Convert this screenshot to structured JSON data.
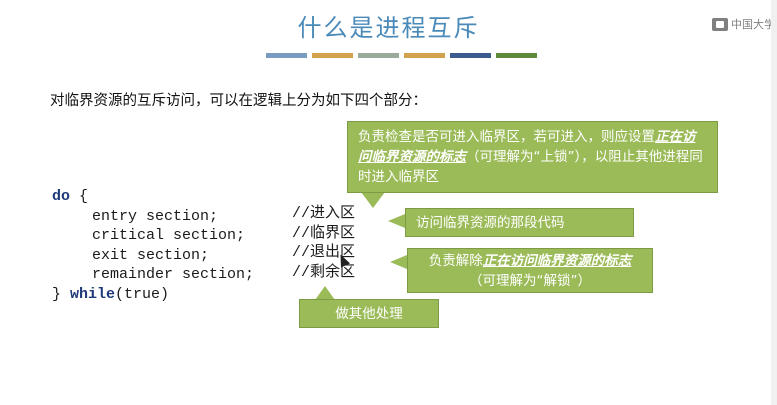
{
  "slide": {
    "title": "什么是进程互斥",
    "color_bars": [
      "#7a9cc0",
      "#d3a24f",
      "#9aaa9a",
      "#d3a24f",
      "#3b5a8f",
      "#5e8a3a"
    ],
    "logo_text": "中国大学",
    "intro": "对临界资源的互斥访问，可以在逻辑上分为如下四个部分："
  },
  "code": {
    "line1_kw": "do",
    "line1_rest": " {",
    "lines": [
      "entry section;",
      "critical section;",
      "exit section;",
      "remainder section;"
    ],
    "close_brace": "} ",
    "while_kw": "while",
    "while_rest": "(true)",
    "comments": [
      "//进入区",
      "//临界区",
      "//退出区",
      "//剩余区"
    ]
  },
  "callouts": {
    "entry_pre": "负责检查是否可进入临界区，若可进入，则应设置",
    "entry_em": "正在访问临界资源的标志",
    "entry_post": "（可理解为“上锁”），以阻止其他进程同时进入临界区",
    "critical": "访问临界资源的那段代码",
    "exit_pre": "负责解除",
    "exit_em": "正在访问临界资源的标志",
    "exit_post": "（可理解为“解锁”）",
    "remainder": "做其他处理"
  },
  "colors": {
    "title": "#4a8ab8",
    "callout_bg": "#9bbb59",
    "keyword": "#1e3a7a"
  }
}
